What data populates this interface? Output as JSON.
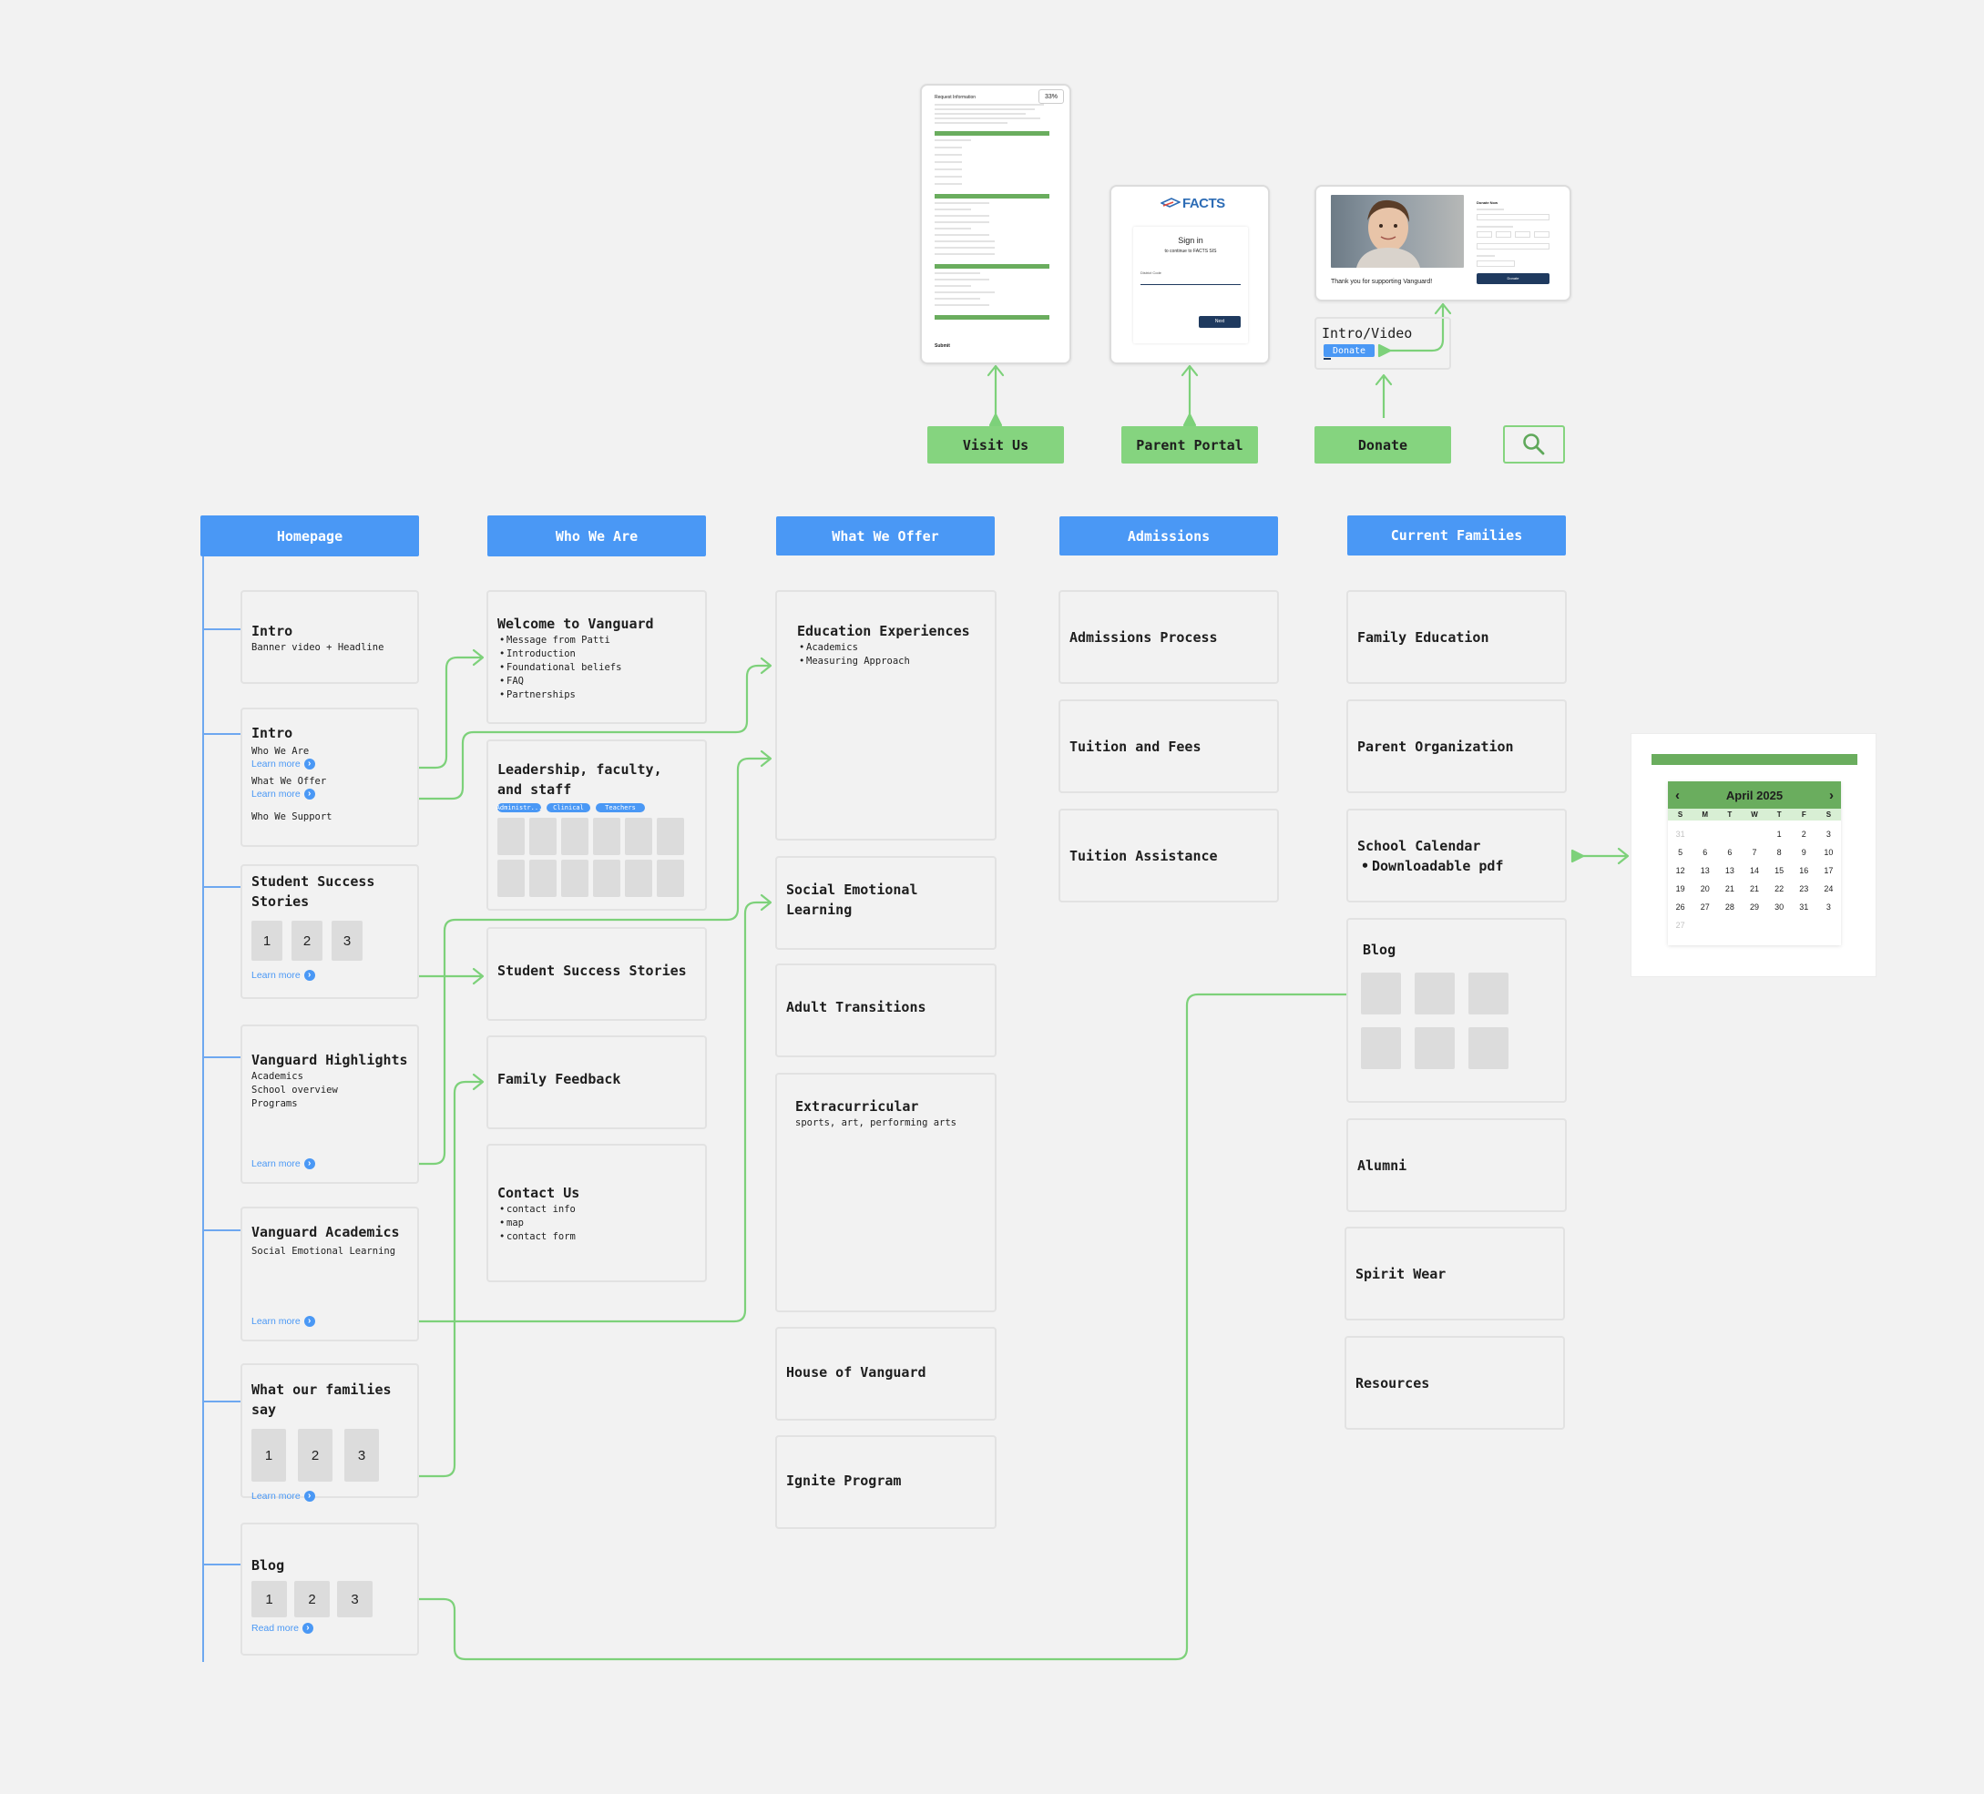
{
  "nav": {
    "visit_us": "Visit Us",
    "parent_portal": "Parent Portal",
    "donate": "Donate",
    "search_icon": "search-icon"
  },
  "previews": {
    "visit_form": {
      "percent": "33%",
      "title": "Request Information",
      "submit": "Submit"
    },
    "facts": {
      "brand": "FACTS",
      "sign_in": "Sign in",
      "continue": "to continue to FACTS SIS",
      "field_label": "District Code",
      "next": "Next"
    },
    "donate_page": {
      "thanks": "Thank you for supporting Vanguard!",
      "title": "Donate Now",
      "button": "Donate"
    },
    "intro_video": {
      "title": "Intro/Video",
      "button": "Donate"
    }
  },
  "columns": {
    "homepage": {
      "header": "Homepage",
      "cards": [
        {
          "title": "Intro",
          "sub": "Banner video + Headline"
        },
        {
          "title": "Intro",
          "items": [
            "Who We Are",
            "What We Offer",
            "Who We Support"
          ],
          "links": [
            "Learn more",
            "Learn more"
          ]
        },
        {
          "title": "Student Success\nStories",
          "nums": [
            "1",
            "2",
            "3"
          ],
          "link": "Learn more"
        },
        {
          "title": "Vanguard Highlights",
          "items": [
            "Academics",
            "School overview",
            "Programs"
          ],
          "link": "Learn more"
        },
        {
          "title": "Vanguard Academics",
          "sub": "Social Emotional Learning",
          "link": "Learn more"
        },
        {
          "title": "What our families say",
          "nums": [
            "1",
            "2",
            "3"
          ],
          "link": "Learn more"
        },
        {
          "title": "Blog",
          "nums": [
            "1",
            "2",
            "3"
          ],
          "link": "Read more"
        }
      ]
    },
    "who_we_are": {
      "header": "Who We Are",
      "cards": [
        {
          "title": "Welcome to Vanguard",
          "items": [
            "Message from Patti",
            "Introduction",
            "Foundational beliefs",
            "FAQ",
            "Partnerships"
          ]
        },
        {
          "title": "Leadership, faculty,\nand staff",
          "tags": [
            "Administr...",
            "Clinical",
            "Teachers"
          ]
        },
        {
          "title": "Student Success Stories"
        },
        {
          "title": "Family Feedback"
        },
        {
          "title": "Contact Us",
          "items": [
            "contact info",
            "map",
            "contact form"
          ]
        }
      ]
    },
    "what_we_offer": {
      "header": "What We Offer",
      "cards": [
        {
          "title": "Education Experiences",
          "items": [
            "Academics",
            "Measuring Approach"
          ]
        },
        {
          "title": "Social Emotional Learning"
        },
        {
          "title": "Adult Transitions"
        },
        {
          "title": "Extracurricular",
          "sub": "sports, art, performing arts"
        },
        {
          "title": "House of Vanguard"
        },
        {
          "title": "Ignite Program"
        }
      ]
    },
    "admissions": {
      "header": "Admissions",
      "cards": [
        {
          "title": "Admissions Process"
        },
        {
          "title": "Tuition and Fees"
        },
        {
          "title": "Tuition Assistance"
        }
      ]
    },
    "current_families": {
      "header": "Current Families",
      "cards": [
        {
          "title": "Family Education"
        },
        {
          "title": "Parent Organization"
        },
        {
          "title": "School Calendar",
          "items": [
            "Downloadable pdf"
          ]
        },
        {
          "title": "Blog"
        },
        {
          "title": "Alumni"
        },
        {
          "title": "Spirit Wear"
        },
        {
          "title": "Resources"
        }
      ]
    }
  },
  "calendar": {
    "month": "April 2025",
    "weekdays": [
      "S",
      "M",
      "T",
      "W",
      "T",
      "F",
      "S"
    ],
    "weeks": [
      [
        "31",
        "",
        "",
        "",
        "1",
        "2",
        "3"
      ],
      [
        "5",
        "6",
        "6",
        "7",
        "8",
        "9",
        "10"
      ],
      [
        "12",
        "13",
        "13",
        "14",
        "15",
        "16",
        "17"
      ],
      [
        "19",
        "20",
        "21",
        "21",
        "22",
        "23",
        "24"
      ],
      [
        "26",
        "27",
        "28",
        "29",
        "30",
        "31",
        "3"
      ],
      [
        "27",
        "",
        "",
        "",
        "",
        "",
        ""
      ]
    ],
    "colors": {
      "header": "#6aad5e",
      "accent": "#85d47f"
    }
  },
  "colors": {
    "blue": "#4a98f5",
    "green": "#85d47f",
    "connector": "#7dd17a",
    "card_border": "#e2e2e2",
    "background": "#f2f2f2"
  }
}
